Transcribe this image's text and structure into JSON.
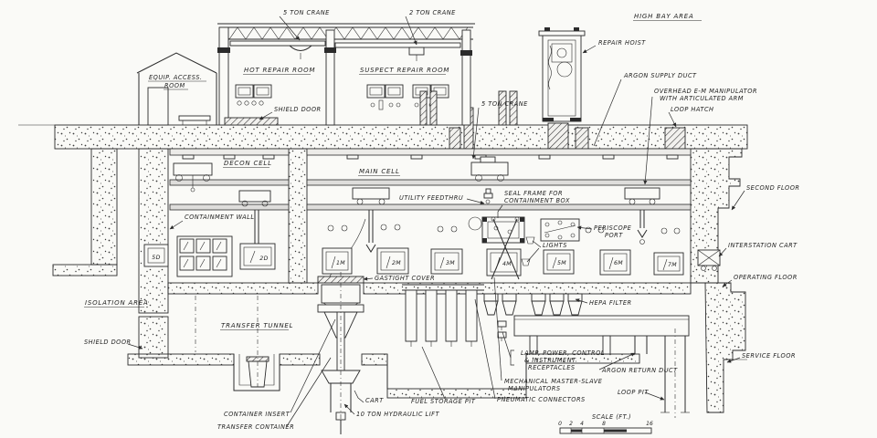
{
  "labels": {
    "five_ton_crane_roof": "5 TON CRANE",
    "two_ton_crane": "2 TON CRANE",
    "high_bay_area": "HIGH BAY AREA",
    "repair_hoist": "REPAIR HOIST",
    "equip_access_room_1": "EQUIP. ACCESS.",
    "equip_access_room_2": "ROOM",
    "hot_repair_room": "HOT REPAIR ROOM",
    "suspect_repair_room": "SUSPECT REPAIR ROOM",
    "shield_door_top": "SHIELD DOOR",
    "argon_supply_duct": "ARGON SUPPLY DUCT",
    "overhead_em_1": "OVERHEAD E-M MANIPULATOR",
    "overhead_em_2": "WITH ARTICULATED ARM",
    "loop_hatch": "LOOP HATCH",
    "five_ton_crane_cell": "5 TON CRANE",
    "decon_cell": "DECON CELL",
    "main_cell": "MAIN CELL",
    "utility_feedthru": "UTILITY FEEDTHRU",
    "seal_frame_1": "SEAL FRAME FOR",
    "seal_frame_2": "CONTAINMENT BOX",
    "second_floor": "SECOND FLOOR",
    "containment_wall": "CONTAINMENT WALL",
    "periscope_port_1": "PERISCOPE",
    "periscope_port_2": "PORT",
    "lights": "LIGHTS",
    "interstation_cart": "INTERSTATION CART",
    "operating_floor": "OPERATING FLOOR",
    "isolation_area": "ISOLATION AREA",
    "hepa_filter": "HEPA FILTER",
    "shield_door_bottom": "SHIELD DOOR",
    "transfer_tunnel": "TRANSFER TUNNEL",
    "gastight_cover": "GASTIGHT COVER",
    "lamp_power_1": "LAMP, POWER, CONTROL",
    "lamp_power_2": "& INSTRUMENT",
    "lamp_power_3": "RECEPTACLES",
    "argon_return_duct": "ARGON RETURN DUCT",
    "mech_ms_1": "MECHANICAL MASTER-SLAVE",
    "mech_ms_2": "MANIPULATORS",
    "service_floor": "SERVICE FLOOR",
    "container_insert": "CONTAINER INSERT",
    "transfer_container": "TRANSFER CONTAINER",
    "cart": "CART",
    "fuel_storage_pit": "FUEL STORAGE PIT",
    "pneumatic_connectors": "PNEUMATIC CONNECTORS",
    "ten_ton_lift": "10 TON HYDRAULIC LIFT",
    "loop_pit": "LOOP PIT",
    "scale_title": "SCALE (FT.)"
  },
  "windows": {
    "w5d": "5D",
    "w2d": "2D",
    "w1m": "1M",
    "w2m": "2M",
    "w3m": "3M",
    "w4m": "4M",
    "w5m": "5M",
    "w6m": "6M",
    "w7m": "7M"
  },
  "scale_ticks": [
    "0",
    "2",
    "4",
    "8",
    "16"
  ],
  "colors": {
    "ink": "#2b2b2b",
    "paper": "#fafaf7"
  }
}
